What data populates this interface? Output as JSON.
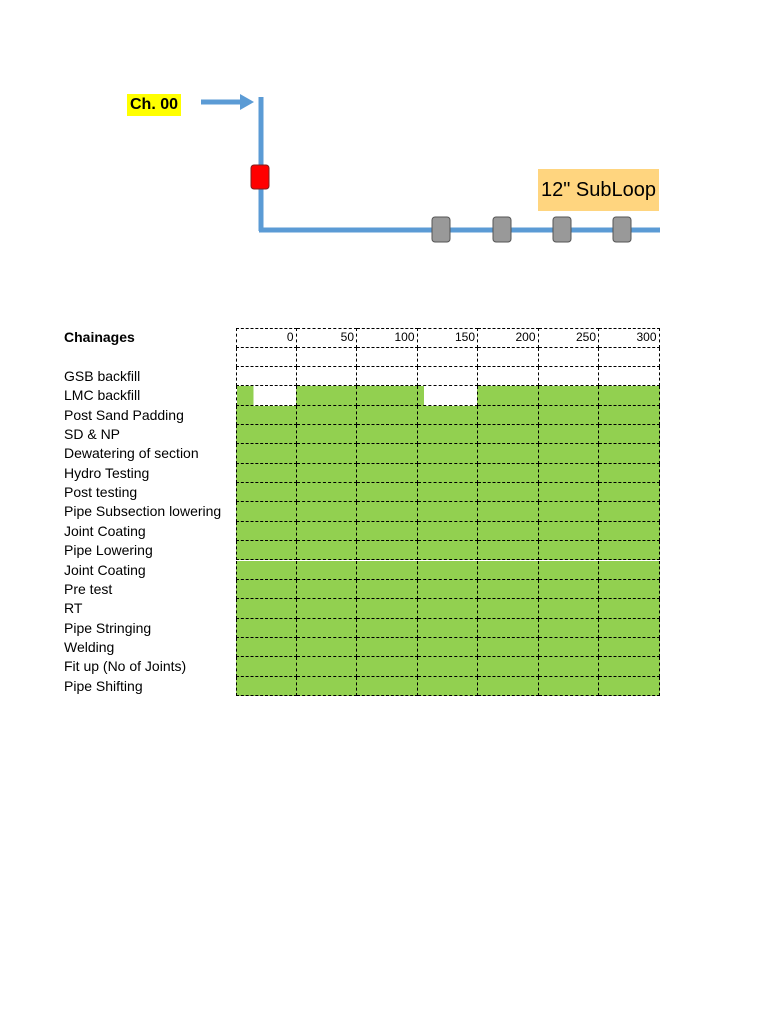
{
  "diagram": {
    "chainage_start_label": "Ch. 00",
    "subloop_label": "12\" SubLoop",
    "colors": {
      "pipe": "#5b9bd5",
      "start_highlight": "#ffff00",
      "subloop_highlight": "#ffd57f",
      "valve": "#ff0000",
      "joint": "#999999"
    }
  },
  "table": {
    "header_label": "Chainages",
    "chainages": [
      "0",
      "50",
      "100",
      "150",
      "200",
      "250",
      "300"
    ],
    "rows": [
      "GSB backfill",
      "LMC backfill",
      "Post Sand Padding",
      "SD & NP",
      "Dewatering of section",
      "Hydro Testing",
      "Post testing",
      "Pipe Subsection lowering",
      "Joint Coating",
      "Pipe Lowering",
      "Joint Coating",
      "Pre test",
      "RT",
      "Pipe Stringing",
      "Welding",
      "Fit up (No of Joints)",
      "Pipe Shifting"
    ],
    "completed_color": "#92d050",
    "progress": [
      [
        0,
        0,
        0,
        0,
        0,
        0,
        0
      ],
      [
        0.28,
        1,
        1,
        0.1,
        1,
        1,
        1
      ],
      [
        1,
        1,
        1,
        1,
        1,
        1,
        1
      ],
      [
        1,
        1,
        1,
        1,
        1,
        1,
        1
      ],
      [
        1,
        1,
        1,
        1,
        1,
        1,
        1
      ],
      [
        1,
        1,
        1,
        1,
        1,
        1,
        1
      ],
      [
        1,
        1,
        1,
        1,
        1,
        1,
        1
      ],
      [
        1,
        1,
        1,
        1,
        1,
        1,
        1
      ],
      [
        1,
        1,
        1,
        1,
        1,
        1,
        1
      ],
      [
        1,
        1,
        1,
        1,
        1,
        1,
        1
      ],
      [
        1,
        1,
        1,
        1,
        1,
        1,
        1
      ],
      [
        1,
        1,
        1,
        1,
        1,
        1,
        1
      ],
      [
        1,
        1,
        1,
        1,
        1,
        1,
        1
      ],
      [
        1,
        1,
        1,
        1,
        1,
        1,
        1
      ],
      [
        1,
        1,
        1,
        1,
        1,
        1,
        1
      ],
      [
        1,
        1,
        1,
        1,
        1,
        1,
        1
      ],
      [
        1,
        1,
        1,
        1,
        1,
        1,
        1
      ]
    ]
  }
}
